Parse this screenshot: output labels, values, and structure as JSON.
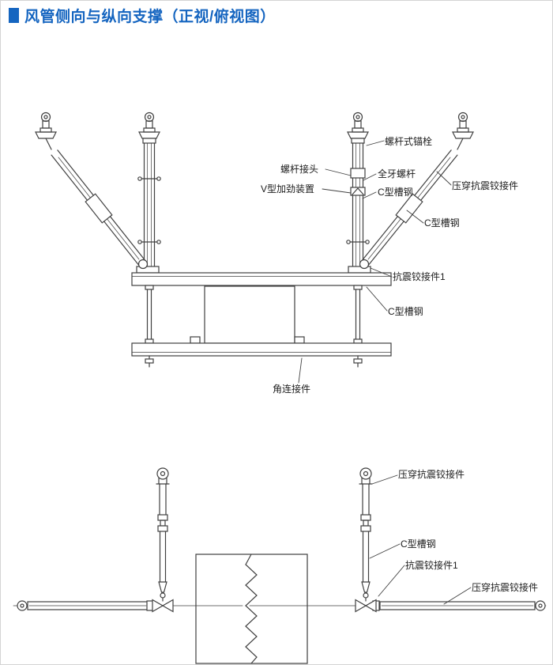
{
  "header": {
    "title": "风管侧向与纵向支撑（正视/俯视图）",
    "accent_color": "#1565c0"
  },
  "drawing": {
    "line_color": "#404040",
    "label_color": "#1c1c1c"
  },
  "front_view": {
    "labels": [
      {
        "id": "anchor-bolt",
        "text": "螺杆式锚栓"
      },
      {
        "id": "rod-coupler",
        "text": "螺杆接头"
      },
      {
        "id": "v-stiffener",
        "text": "V型加劲装置"
      },
      {
        "id": "threaded-rod",
        "text": "全牙螺杆"
      },
      {
        "id": "c-channel-1",
        "text": "C型槽钢"
      },
      {
        "id": "through-seismic-hinge",
        "text": "压穿抗震铰接件"
      },
      {
        "id": "c-channel-2",
        "text": "C型槽钢"
      },
      {
        "id": "seismic-hinge-1",
        "text": "抗震铰接件1"
      },
      {
        "id": "c-channel-3",
        "text": "C型槽钢"
      },
      {
        "id": "angle-connector",
        "text": "角连接件"
      }
    ]
  },
  "top_view": {
    "labels": [
      {
        "id": "through-seismic-hinge-left",
        "text": "压穿抗震铰接件"
      },
      {
        "id": "c-channel",
        "text": "C型槽钢"
      },
      {
        "id": "seismic-hinge-1",
        "text": "抗震铰接件1"
      },
      {
        "id": "through-seismic-hinge-right",
        "text": "压穿抗震铰接件"
      }
    ]
  }
}
